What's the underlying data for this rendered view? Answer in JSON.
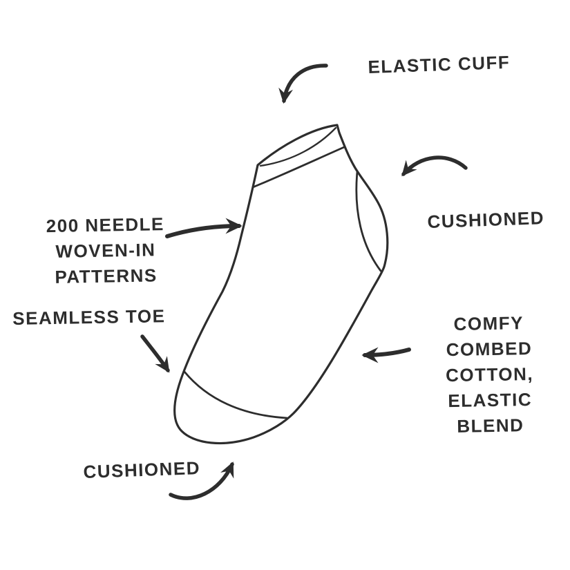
{
  "page": {
    "ink_color": "#2d2d2d",
    "background_color": "#ffffff"
  },
  "diagram": {
    "subject": "ankle-sock-line-drawing",
    "labels": {
      "elastic_cuff": "ELASTIC CUFF",
      "cushioned_heel": "CUSHIONED",
      "needle_line1": "200 NEEDLE",
      "needle_line2": "WOVEN-IN PATTERNS",
      "seamless_toe": "SEAMLESS TOE",
      "comfy_line1": "COMFY COMBED",
      "comfy_line2": "COTTON,",
      "comfy_line3": "ELASTIC BLEND",
      "cushioned_sole": "CUSHIONED"
    },
    "icons": {
      "arrows": [
        "arrow-to-cuff",
        "arrow-to-heel",
        "arrow-to-patterns",
        "arrow-to-toe",
        "arrow-to-foot",
        "arrow-to-sole"
      ]
    }
  }
}
